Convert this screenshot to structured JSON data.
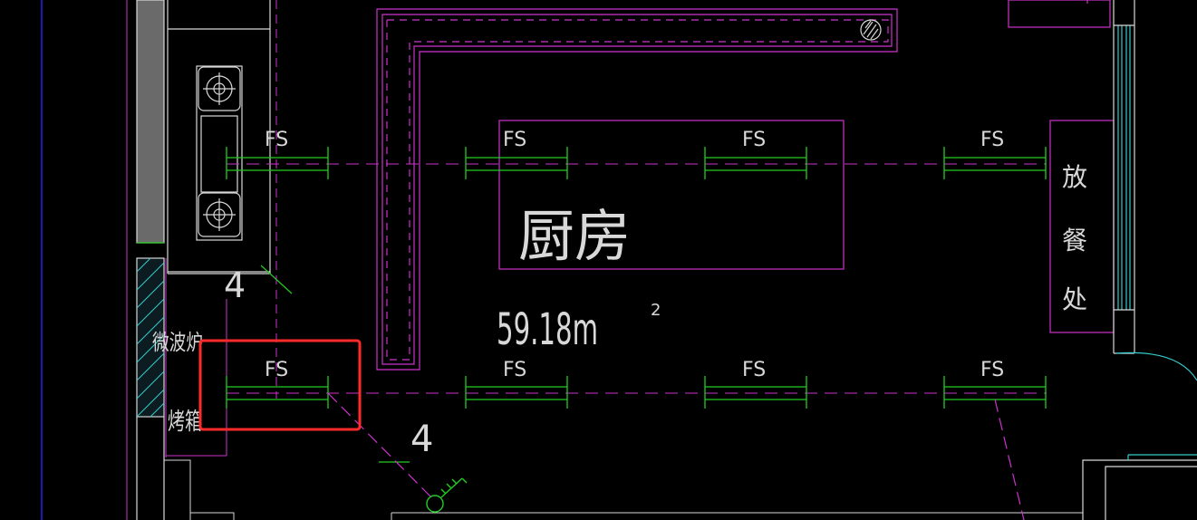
{
  "colors": {
    "background": "#000000",
    "wall": "#d8d8d8",
    "magenta": "#cc33cc",
    "sprinkler": "#22cc22",
    "blue": "#2222ee",
    "cyan": "#33cccc",
    "gray_fill": "#6a6a6a",
    "highlight": "#ff2a2a"
  },
  "room": {
    "name": "厨房",
    "area_value": "59.18m",
    "area_superscript": "2"
  },
  "sprinkler_label": "FS",
  "pipe_size_upper": "4",
  "pipe_size_lower": "4",
  "labels": {
    "microwave": "微波炉",
    "oven": "烤箱",
    "serving_chars": [
      "放",
      "餐",
      "处"
    ]
  },
  "icons": {
    "stove": "stove-burner-icon",
    "drain": "floor-drain-icon",
    "valve": "valve-key-icon"
  }
}
